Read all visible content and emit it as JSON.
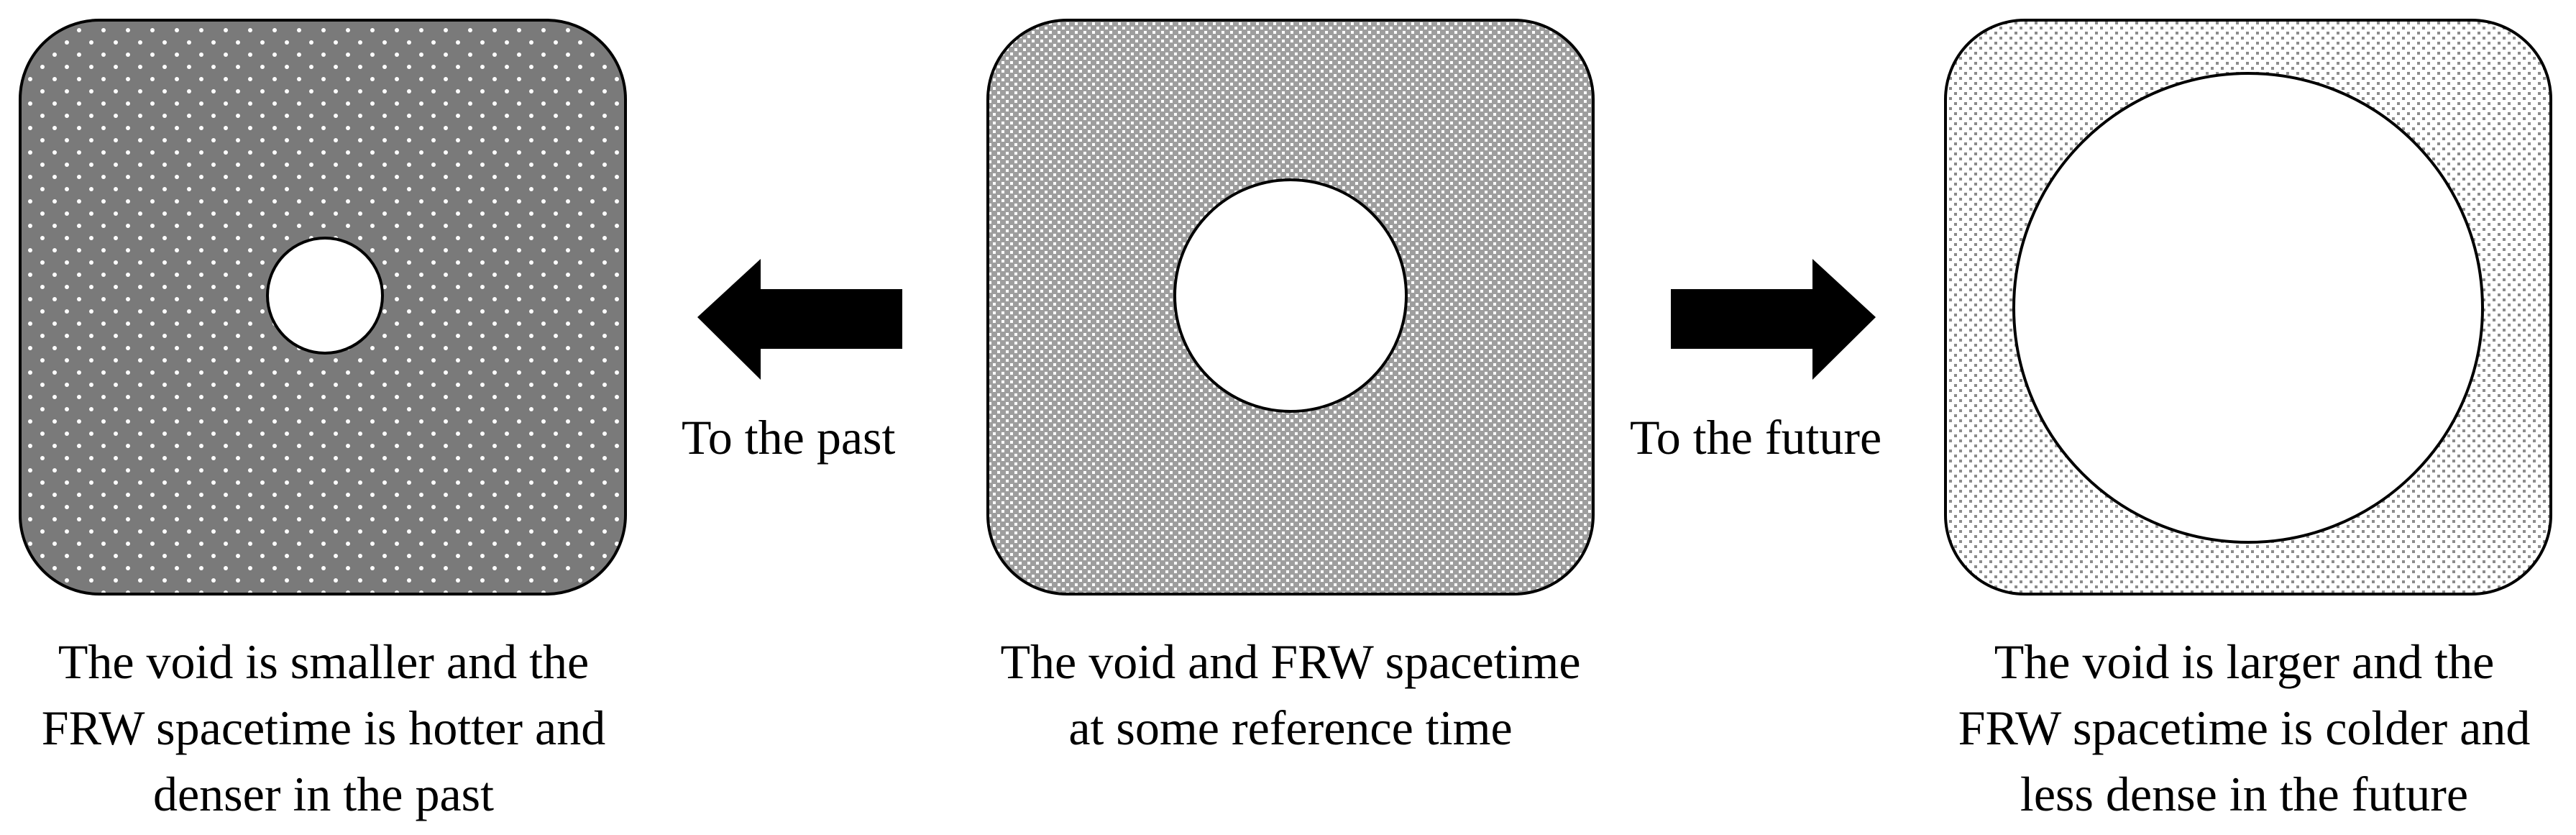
{
  "panels": [
    {
      "id": "past",
      "fill": "#7a7a7a",
      "dot_color": "#ffffff",
      "caption_lines": [
        "The void is smaller and the",
        "FRW spacetime is hotter and",
        "denser in the past"
      ]
    },
    {
      "id": "reference",
      "fill": "#a9a9a9",
      "dot_color": "#ffffff",
      "caption_lines": [
        "The void and FRW spacetime",
        "at some reference time"
      ]
    },
    {
      "id": "future",
      "fill": "#ffffff",
      "dot_color": "#8c8c8c",
      "caption_lines": [
        "The void is larger and the",
        "FRW spacetime is colder and",
        "less dense in the future"
      ]
    }
  ],
  "arrows": {
    "past_label": "To the past",
    "future_label": "To the future",
    "color": "#000000"
  }
}
